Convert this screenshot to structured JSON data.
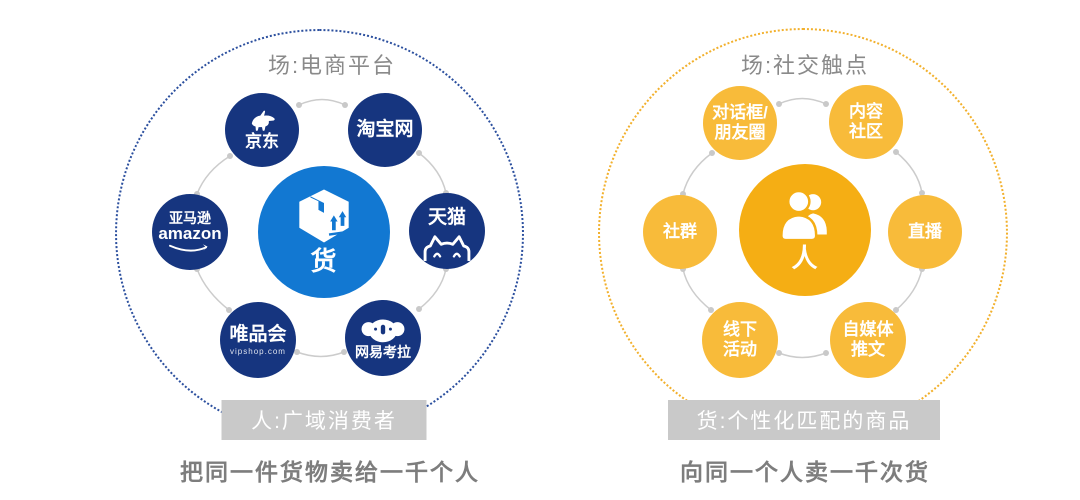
{
  "left_diagram": {
    "title": "场:电商平台",
    "center_label": "货",
    "node_jd": "京东",
    "node_taobao": "淘宝网",
    "node_amazon_cn": "亚马逊",
    "node_amazon_en": "amazon",
    "node_tmall": "天猫",
    "node_vipshop": "唯品会",
    "node_vipshop_sub": "vipshop.com",
    "node_kaola": "网易考拉",
    "banner": "人:广域消费者",
    "caption": "把同一件货物卖给一千个人"
  },
  "right_diagram": {
    "title": "场:社交触点",
    "center_label": "人",
    "node_chat_l1": "对话框/",
    "node_chat_l2": "朋友圈",
    "node_content_l1": "内容",
    "node_content_l2": "社区",
    "node_community": "社群",
    "node_live": "直播",
    "node_offline_l1": "线下",
    "node_offline_l2": "活动",
    "node_media_l1": "自媒体",
    "node_media_l2": "推文",
    "banner": "货:个性化匹配的商品",
    "caption": "向同一个人卖一千次货"
  },
  "icons": {
    "left_center": "package-box-icon",
    "left_jd": "jd-mascot-icon",
    "left_amazon": "amazon-smile-icon",
    "left_tmall": "tmall-cat-icon",
    "left_kaola": "koala-icon",
    "right_center": "people-icon"
  },
  "colors": {
    "navy_node": "#16357F",
    "blue_center": "#1278D2",
    "blue_ring": "#2B4F9E",
    "gold_node": "#F8BB3A",
    "gold_center": "#F5AE14",
    "gold_ring": "#F2B02C",
    "banner_bg": "#C9C9C9",
    "title_gray": "#8A8A8A",
    "caption_gray": "#7D7D7D",
    "connector_gray": "#CCCCCC"
  }
}
